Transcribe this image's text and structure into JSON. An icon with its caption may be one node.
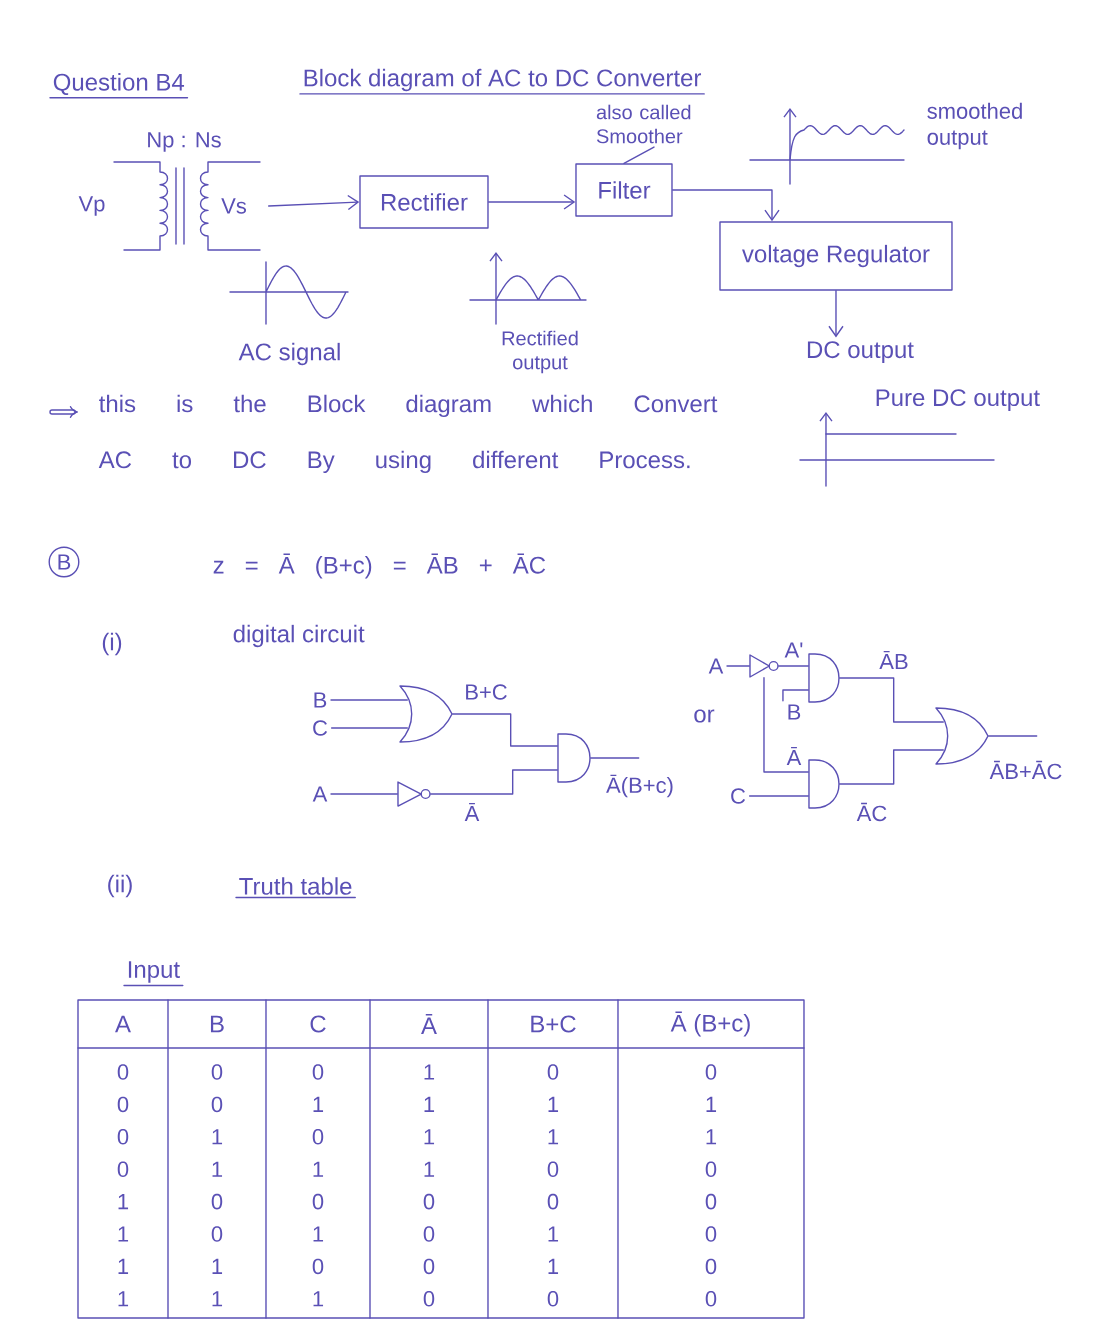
{
  "diagram": {
    "title": "Block diagram of AC to DC Converter",
    "nodes": [
      {
        "text": [
          "Vp",
          "Vs"
        ],
        "beside": [
          "Np : Ns"
        ]
      },
      {
        "text": [
          "Rectifier"
        ]
      },
      {
        "text": [
          "also called Smoother"
        ]
      },
      {
        "text": [
          "Filter"
        ]
      },
      {
        "text": [
          "voltage Regulator"
        ]
      },
      {
        "text": [
          "DC output"
        ]
      },
      {
        "text": [
          "B"
        ]
      },
      {
        "text": [
          "C"
        ]
      },
      {
        "text": [
          "A"
        ]
      },
      {
        "text": [],
        "shape": "or-gate"
      },
      {
        "text": [],
        "shape": "not-gate"
      },
      {
        "text": [],
        "shape": "and-gate"
      },
      {
        "text": [
          "A"
        ]
      },
      {
        "text": [],
        "shape": "not-gate"
      },
      {
        "text": [
          "B"
        ]
      },
      {
        "text": [],
        "shape": "and-gate"
      },
      {
        "text": [
          "C"
        ]
      },
      {
        "text": [],
        "shape": "and-gate"
      },
      {
        "text": [],
        "shape": "or-gate"
      }
    ],
    "edges": [
      {
        "from": 0,
        "to": 1,
        "arrow": "to"
      },
      {
        "from": 1,
        "to": 3,
        "arrow": "to"
      },
      {
        "from": 2,
        "to": 3,
        "arrow": "none"
      },
      {
        "from": 3,
        "to": 4,
        "arrow": "to"
      },
      {
        "from": 4,
        "to": 5,
        "arrow": "to"
      },
      {
        "from": 6,
        "to": 9,
        "arrow": "none"
      },
      {
        "from": 7,
        "to": 9,
        "arrow": "none"
      },
      {
        "from": 8,
        "to": 10,
        "arrow": "none"
      },
      {
        "from": 9,
        "to": 11,
        "arrow": "none",
        "label": "B+C"
      },
      {
        "from": 10,
        "to": 11,
        "arrow": "none",
        "label": "Ā"
      },
      {
        "from": 11,
        "to": null,
        "arrow": "none",
        "label": "Ā(B+c)"
      },
      {
        "from": 12,
        "to": 13,
        "arrow": "none"
      },
      {
        "from": 13,
        "to": 15,
        "arrow": "none",
        "label": "A'"
      },
      {
        "from": 14,
        "to": 15,
        "arrow": "none"
      },
      {
        "from": 13,
        "to": 17,
        "arrow": "none",
        "label": "Ā"
      },
      {
        "from": 16,
        "to": 17,
        "arrow": "none"
      },
      {
        "from": 15,
        "to": 18,
        "arrow": "none",
        "label": "ĀB"
      },
      {
        "from": 17,
        "to": 18,
        "arrow": "none",
        "label": "ĀC"
      },
      {
        "from": 18,
        "to": null,
        "arrow": "none",
        "label": "ĀB+ĀC"
      }
    ],
    "labels": [
      "Question B4",
      "smoothed output",
      "AC signal",
      "Rectified output",
      "Pure DC output",
      "this is the Block diagram which Convert AC to DC By using different Process.",
      "B",
      "z = Ā (B+c) = ĀB + ĀC",
      "(i)",
      "digital circuit",
      "or",
      "(ii)",
      "Truth table",
      "Input",
      "A",
      "B",
      "C",
      "Ā",
      "B+C",
      "Ā (B+c)",
      "0",
      "0",
      "0",
      "1",
      "0",
      "0",
      "0",
      "0",
      "1",
      "1",
      "1",
      "1",
      "0",
      "1",
      "0",
      "1",
      "1",
      "1",
      "0",
      "1",
      "1",
      "1",
      "0",
      "0",
      "1",
      "0",
      "0",
      "0",
      "0",
      "0",
      "1",
      "0",
      "1",
      "0",
      "1",
      "0",
      "1",
      "1",
      "0",
      "0",
      "1",
      "0",
      "1",
      "1",
      "1",
      "0",
      "0",
      "0"
    ]
  }
}
